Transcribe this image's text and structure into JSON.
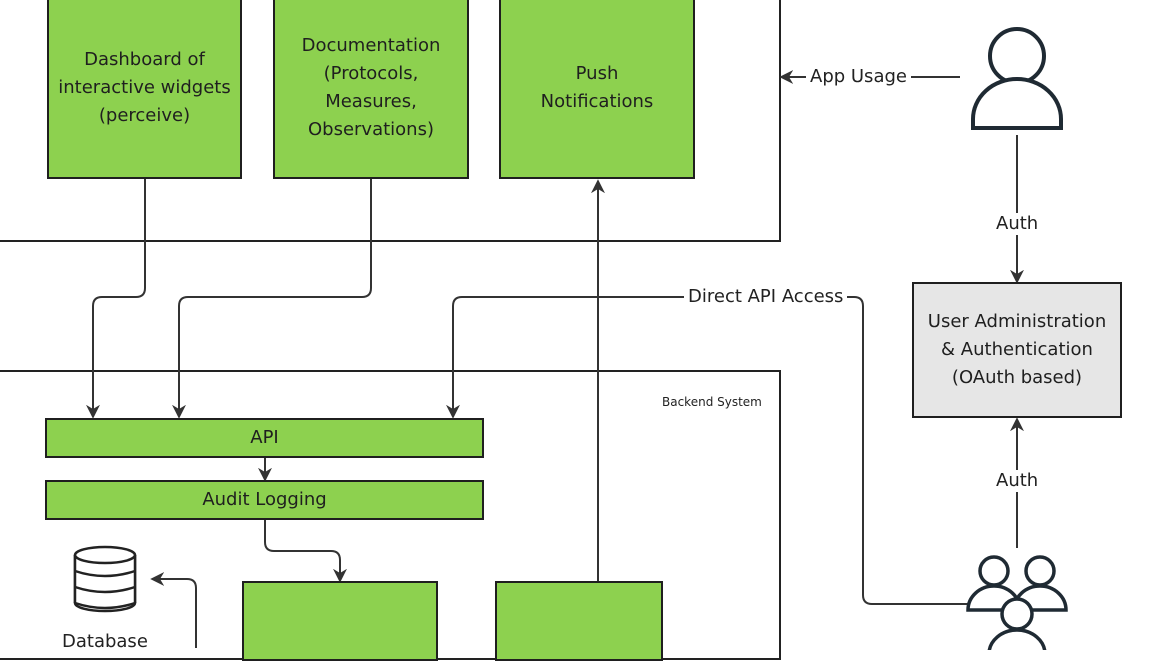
{
  "frontend": {
    "dashboard": "Dashboard of\ninteractive widgets\n(perceive)",
    "documentation": "Documentation\n(Protocols,\nMeasures,\nObservations)",
    "push": "Push\nNotifications"
  },
  "backend": {
    "title": "Backend System",
    "api": "API",
    "audit": "Audit Logging",
    "database": "Database"
  },
  "auth_service": {
    "label": "User Administration\n& Authentication\n(OAuth based)"
  },
  "edges": {
    "app_usage": "App Usage",
    "auth_top": "Auth",
    "auth_bottom": "Auth",
    "direct_api": "Direct API Access"
  },
  "icons": {
    "single_user": "user-icon",
    "user_group": "user-group-icon",
    "database": "database-icon"
  }
}
